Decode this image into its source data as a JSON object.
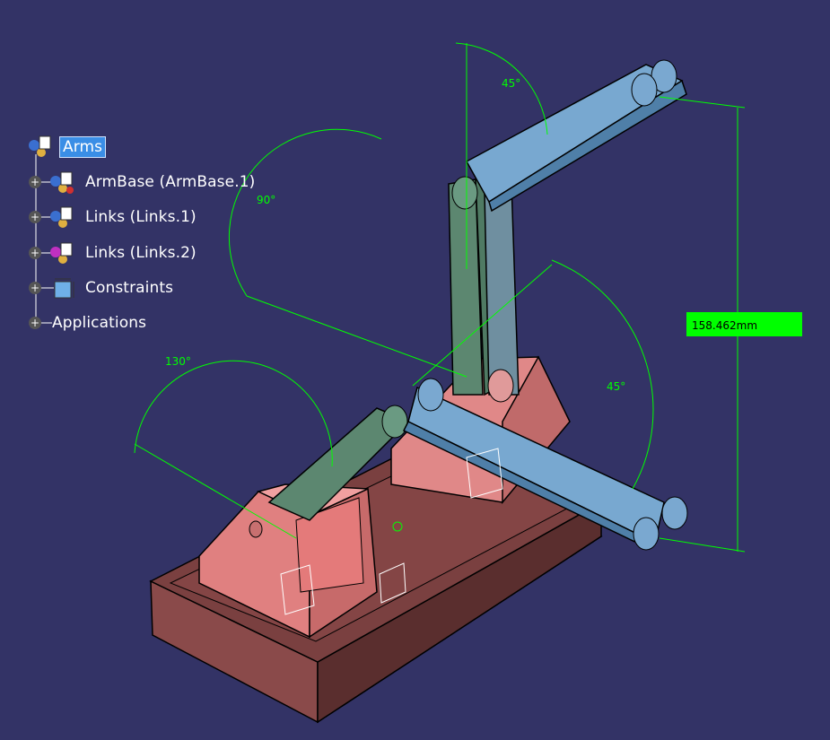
{
  "tree": {
    "root": "Arms",
    "items": [
      {
        "label": "ArmBase (ArmBase.1)"
      },
      {
        "label": "Links (Links.1)"
      },
      {
        "label": "Links (Links.2)"
      },
      {
        "label": "Constraints"
      },
      {
        "label": "Applications"
      }
    ]
  },
  "dimensions": {
    "length": "158.462mm",
    "angle_top": "45°",
    "angle_left": "90°",
    "angle_right": "45°",
    "angle_base": "130°"
  },
  "colors": {
    "background": "#333366",
    "base": "#e87f7f",
    "link_blue": "#6f9fc8",
    "link_green": "#5f8a70",
    "dimension": "#00ff00",
    "selection": "#3a8ee6"
  }
}
